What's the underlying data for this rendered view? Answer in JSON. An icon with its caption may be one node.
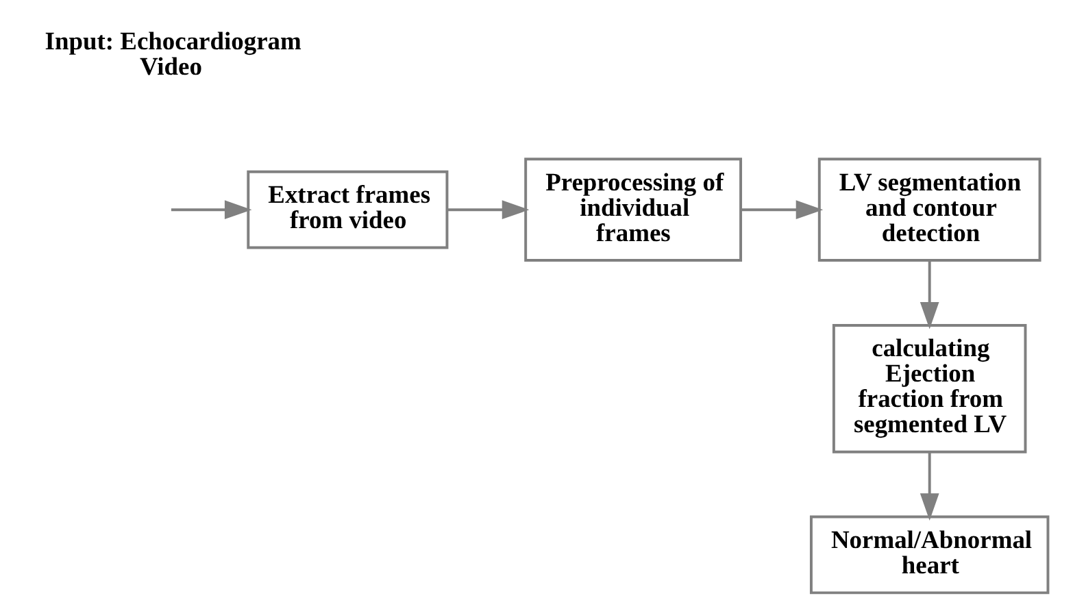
{
  "diagram": {
    "nodes": [
      {
        "text": [
          "Extract frames from video"
        ]
      },
      {
        "text": [
          "Preprocessing of individual frames"
        ]
      },
      {
        "text": [
          "LV segmentation and contour detection"
        ]
      },
      {
        "text": [
          "calculating Ejection fraction from segmented LV"
        ]
      },
      {
        "text": [
          "Normal/Abnormal heart"
        ]
      }
    ],
    "edges": [
      {
        "from": null,
        "to": 0,
        "arrow": "to"
      },
      {
        "from": 0,
        "to": 1,
        "arrow": "to"
      },
      {
        "from": 1,
        "to": 2,
        "arrow": "to"
      },
      {
        "from": 2,
        "to": 3,
        "arrow": "to"
      },
      {
        "from": 3,
        "to": 4,
        "arrow": "to"
      }
    ],
    "labels": [
      "Input: Echocardiogram Video"
    ]
  }
}
